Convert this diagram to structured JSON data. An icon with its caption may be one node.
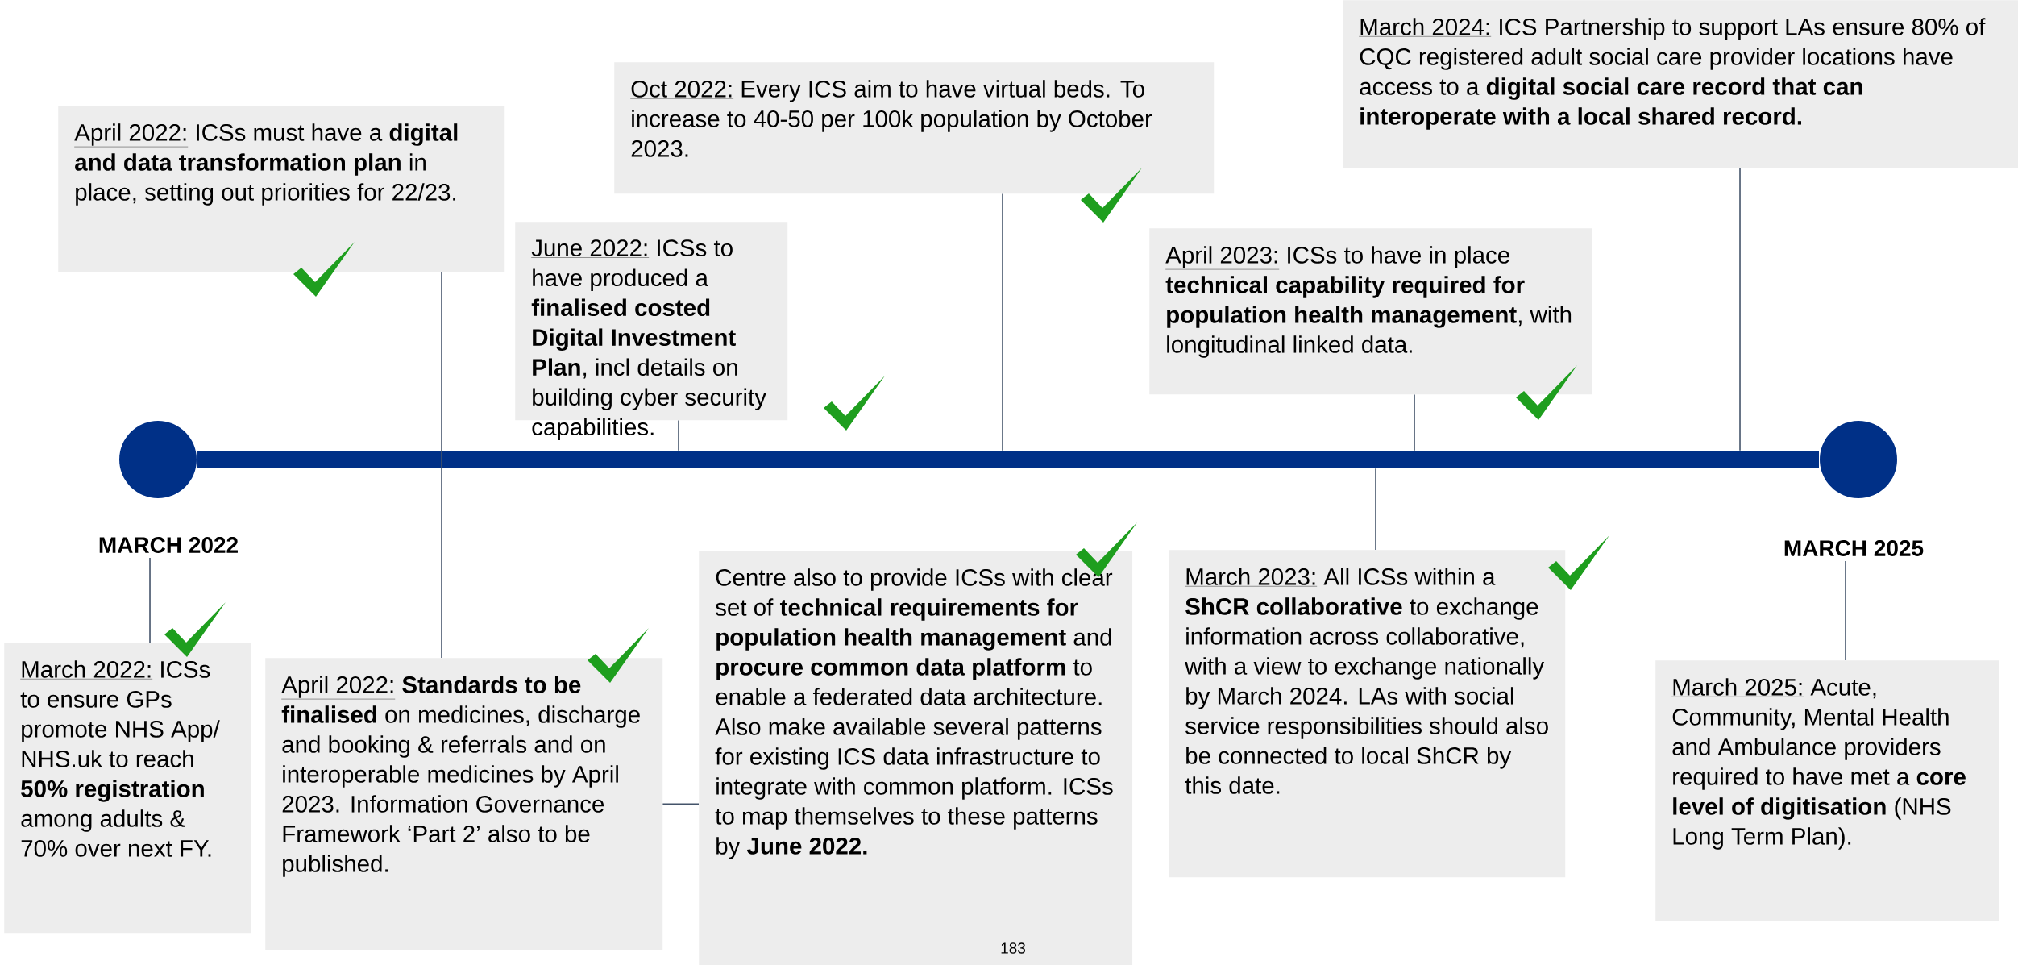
{
  "diagram": {
    "nodes": [
      {
        "text": [],
        "shape": "circle"
      },
      {
        "text": [],
        "shape": "bar"
      },
      {
        "text": [],
        "shape": "circle"
      },
      {
        "text": [
          "MARCH 2022"
        ]
      },
      {
        "text": [
          "MARCH 2025"
        ]
      },
      {
        "text": [
          "April 2022:",
          "ICSs must have a **digital and data transformation plan** in place, setting out priorities for 22/23."
        ]
      },
      {
        "text": [
          "June 2022:",
          "ICSs to have produced a **finalised costed Digital Investment Plan**, incl details on building cyber security capabilities."
        ]
      },
      {
        "text": [
          "Oct 2022:",
          "Every ICS aim to have virtual beds. To increase to 40-50 per 100k population by October 2023."
        ]
      },
      {
        "text": [
          "March 2024:",
          "ICS Partnership to support LAs ensure 80% of CQC registered adult social care provider locations have access to a **digital social care record that can interoperate with a local shared record.**"
        ]
      },
      {
        "text": [
          "April 2023:",
          "ICSs to have in place **technical capability required for population health management**, with longitudinal linked data."
        ]
      },
      {
        "text": [
          "March 2022:",
          "ICSs to ensure GPs promote NHS App/ NHS.uk to reach **50% registration** among adults & 70% over next FY."
        ]
      },
      {
        "text": [
          "April 2022:",
          "**Standards to be finalised** on medicines, discharge and booking & referrals and on interoperable medicines by April 2023. Information Governance Framework ‘Part 2’ also to be published."
        ]
      },
      {
        "text": [
          "Centre also to provide ICSs with clear set of **technical requirements for population health management** and **procure common data platform** to enable a federated data architecture. Also make available several patterns for existing ICS data infrastructure to integrate with common platform. ICSs to map themselves to these patterns by **June 2022.**"
        ]
      },
      {
        "text": [
          "March 2023:",
          "All ICSs within a **ShCR collaborative** to exchange information across collaborative, with a view to exchange nationally by March 2024. LAs with social service responsibilities should also be connected to local ShCR by this date."
        ]
      },
      {
        "text": [
          "March 2025:",
          "Acute, Community, Mental Health and Ambulance providers required to have met a **core level of digitisation** (NHS Long Term Plan)."
        ]
      }
    ],
    "edges": [
      {
        "from": 5,
        "to": 11,
        "arrow": "none"
      },
      {
        "from": 6,
        "to": 1,
        "arrow": "none"
      },
      {
        "from": 7,
        "to": 1,
        "arrow": "none"
      },
      {
        "from": 8,
        "to": 1,
        "arrow": "none"
      },
      {
        "from": 9,
        "to": 1,
        "arrow": "none"
      },
      {
        "from": 3,
        "to": 10,
        "arrow": "none"
      },
      {
        "from": 11,
        "to": 12,
        "arrow": "none"
      },
      {
        "from": 1,
        "to": 13,
        "arrow": "none"
      },
      {
        "from": 4,
        "to": 14,
        "arrow": "none"
      }
    ],
    "labels": [
      "183"
    ]
  }
}
